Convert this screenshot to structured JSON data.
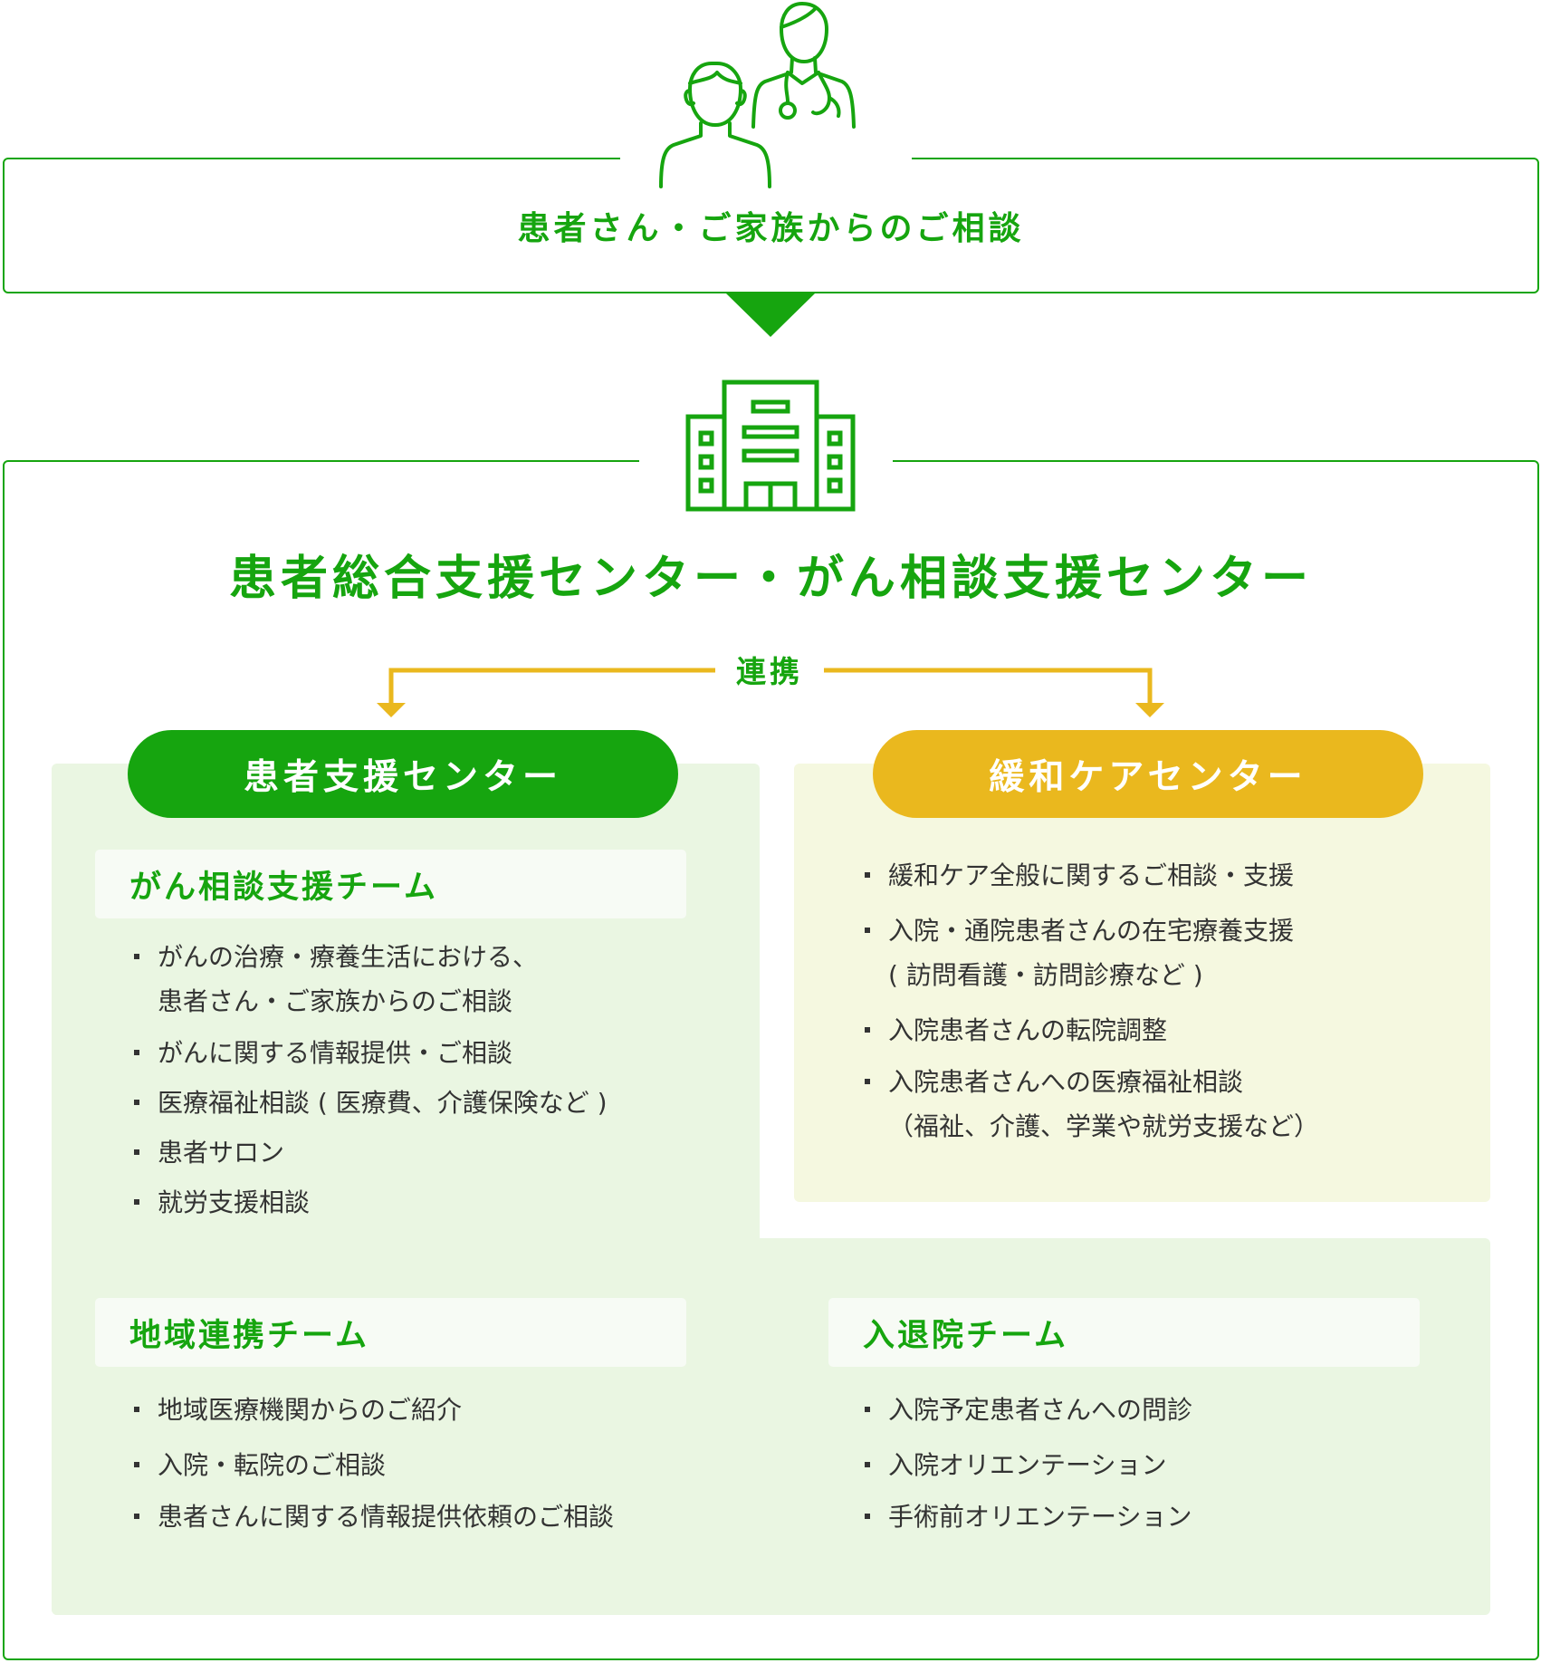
{
  "colors": {
    "green": "#16a50f",
    "yellow": "#eab81e",
    "light_green": "#eaf6e2",
    "light_yellow": "#f5f8e0"
  },
  "icons": {
    "people": "patient-and-doctor-icon",
    "building": "hospital-building-icon"
  },
  "consult": {
    "title": "患者さん・ご家族からのご相談"
  },
  "center": {
    "title": "患者総合支援センター・がん相談支援センター"
  },
  "link_label": "連携",
  "patient_support": {
    "label": "患者支援センター",
    "cancer_team": {
      "title": "がん相談支援チーム",
      "items": [
        "がんの治療・療養生活における、\n患者さん・ご家族からのご相談",
        "がんに関する情報提供・ご相談",
        "医療福祉相談 ( 医療費、介護保険など )",
        "患者サロン",
        "就労支援相談"
      ]
    },
    "community_team": {
      "title": "地域連携チーム",
      "items": [
        "地域医療機関からのご紹介",
        "入院・転院のご相談",
        "患者さんに関する情報提供依頼のご相談"
      ]
    },
    "admission_team": {
      "title": "入退院チーム",
      "items": [
        "入院予定患者さんへの問診",
        "入院オリエンテーション",
        "手術前オリエンテーション"
      ]
    }
  },
  "palliative": {
    "label": "緩和ケアセンター",
    "items": [
      "緩和ケア全般に関するご相談・支援",
      "入院・通院患者さんの在宅療養支援\n( 訪問看護・訪問診療など )",
      "入院患者さんの転院調整",
      "入院患者さんへの医療福祉相談\n（福祉、介護、学業や就労支援など）"
    ]
  }
}
